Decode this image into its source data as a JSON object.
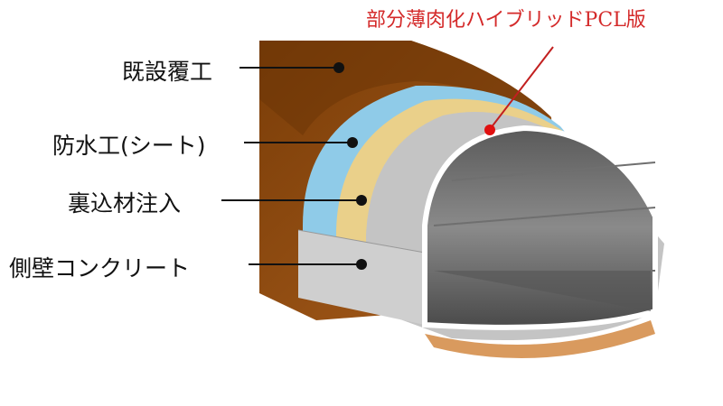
{
  "labels": {
    "existing_lining": "既設覆工",
    "waterproofing": "防水工(シート)",
    "backfill_injection": "裏込材注入",
    "sidewall_concrete": "側壁コンクリート",
    "pcl_panel": "部分薄肉化ハイブリッドPCL版"
  },
  "colors": {
    "existing_lining": "#8a4a0e",
    "waterproofing": "#8fcbe8",
    "backfill": "#ead08a",
    "concrete": "#bdbdbd",
    "callout": "#d42a2a"
  }
}
